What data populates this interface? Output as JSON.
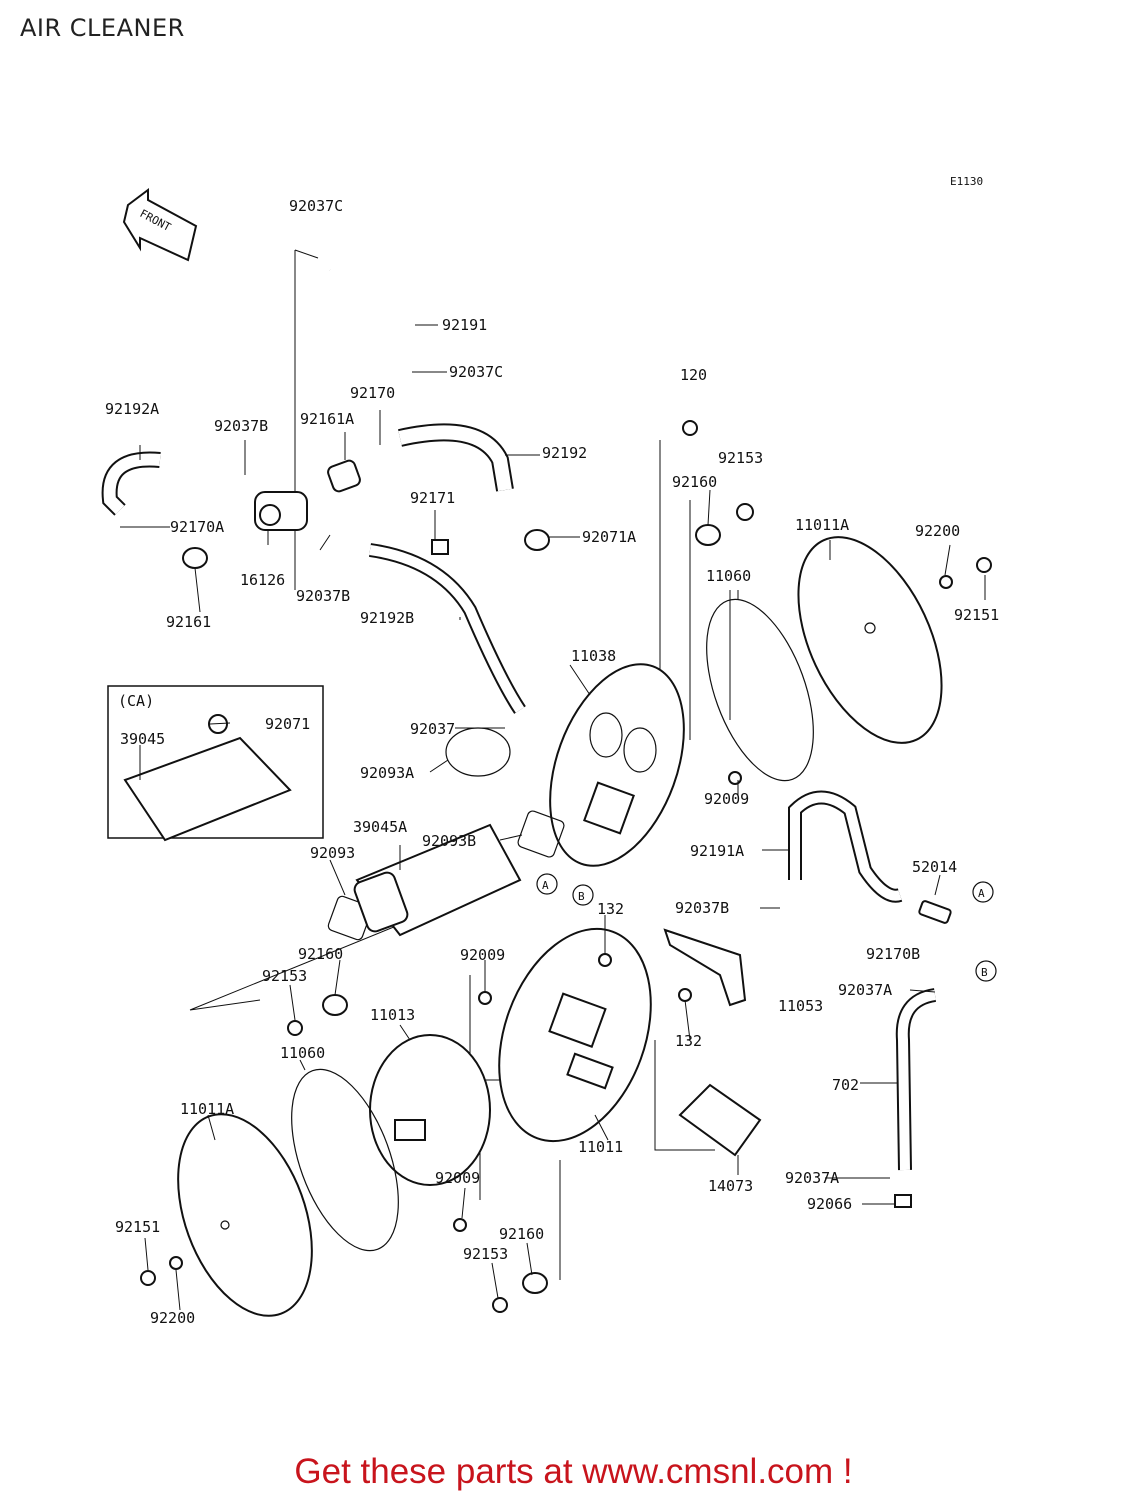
{
  "page": {
    "title": "AIR CLEANER",
    "footer": "Get these parts at www.cmsnl.com !"
  },
  "diagram": {
    "code": "E1130",
    "front_arrow": "FRONT",
    "ca_box_label": "(CA)",
    "connectors": [
      "A",
      "B"
    ],
    "parts": [
      "92037C",
      "92191",
      "92037C",
      "92192A",
      "92037B",
      "92161A",
      "92170",
      "92192",
      "120",
      "92170A",
      "92171",
      "92071A",
      "92153",
      "92160",
      "16126",
      "92037B",
      "92161",
      "92192B",
      "11011A",
      "92200",
      "92151",
      "11060",
      "11038",
      "92071",
      "39045",
      "92037",
      "92093A",
      "92009",
      "92093B",
      "39045A",
      "92191A",
      "52014",
      "92093",
      "132",
      "92037B",
      "92160",
      "92153",
      "92009",
      "92170B",
      "11013",
      "132",
      "11053",
      "92037A",
      "11060",
      "702",
      "11011A",
      "11011",
      "14073",
      "92009",
      "92037A",
      "92066",
      "92151",
      "92160",
      "92153",
      "92200"
    ]
  }
}
